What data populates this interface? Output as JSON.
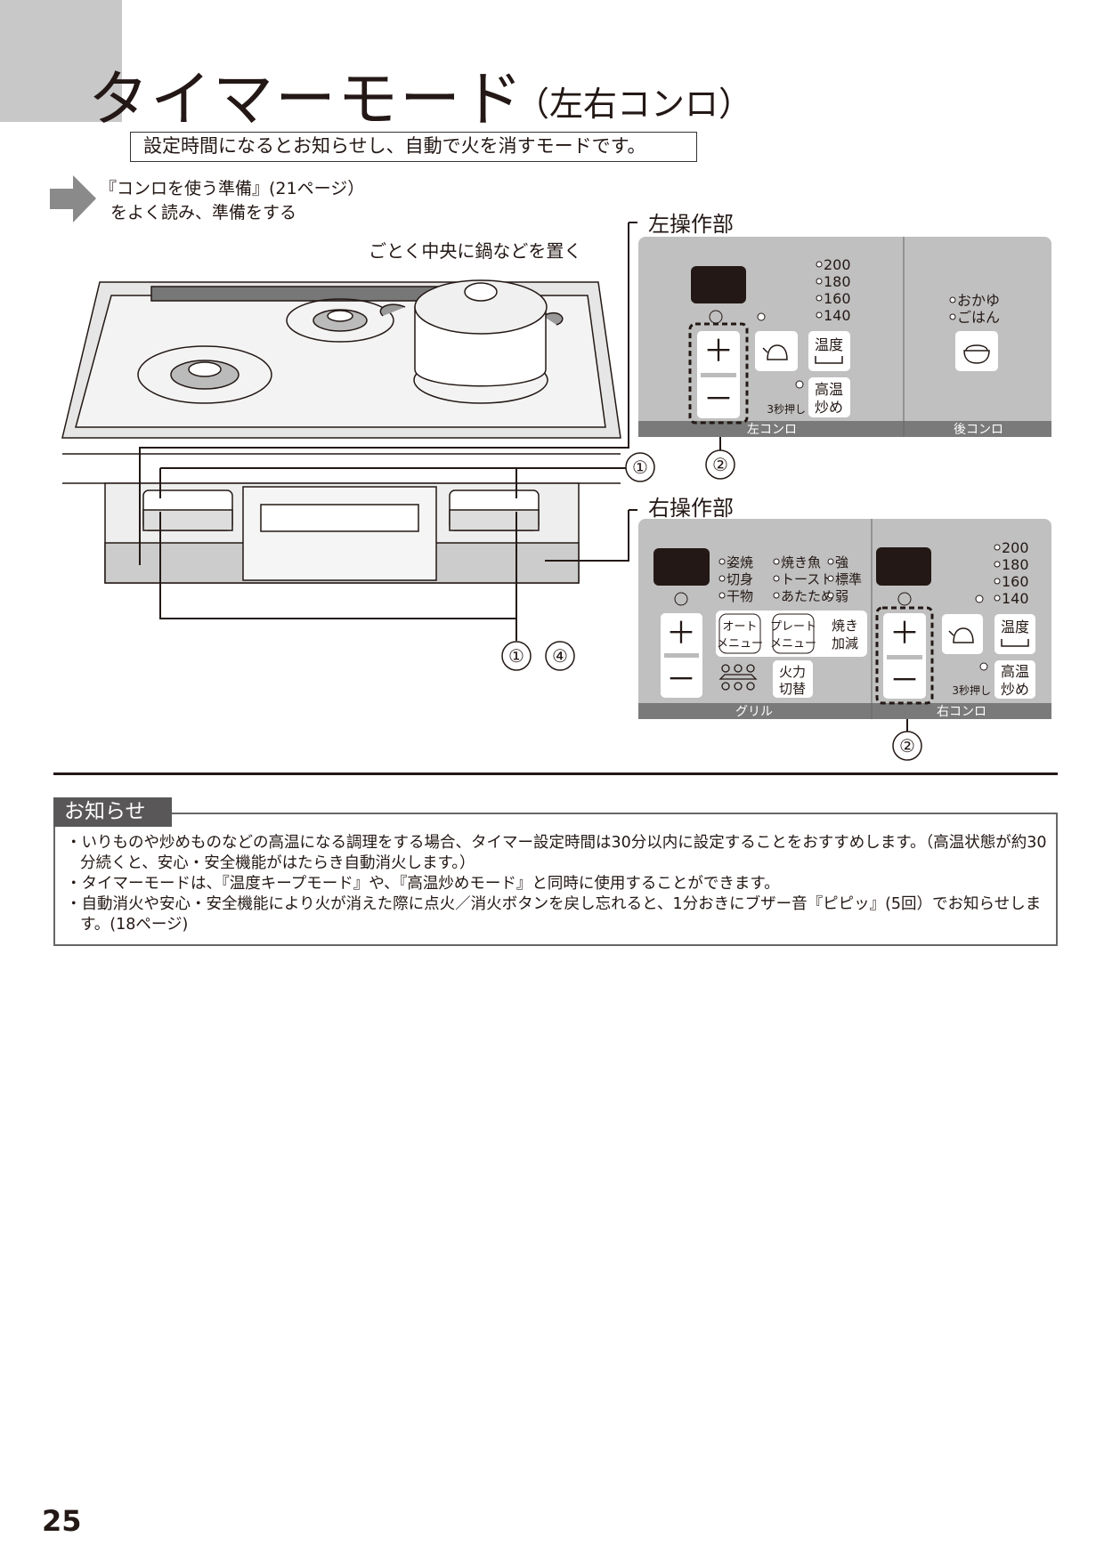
{
  "header": {
    "title": "タイマーモード",
    "title_suffix": "（左右コンロ）",
    "lead": "設定時間になるとお知らせし、自動で火を消すモードです。"
  },
  "prep": {
    "line1": "『コンロを使う準備』(21ページ）",
    "line2": "をよく読み、準備をする"
  },
  "illustration": {
    "pot_note": "ごとく中央に鍋などを置く",
    "callouts": [
      "①",
      "②",
      "①",
      "④",
      "②"
    ]
  },
  "left_panel": {
    "label": "左操作部",
    "temps": [
      "200",
      "180",
      "160",
      "140"
    ],
    "plus": "＋",
    "minus": "－",
    "ondo": [
      "温度"
    ],
    "koon": [
      "高温",
      "炒め"
    ],
    "press": "3秒押し",
    "rice_modes": [
      "おかゆ",
      "ごはん"
    ],
    "bar_left": "左コンロ",
    "bar_right": "後コンロ"
  },
  "right_panel": {
    "label": "右操作部",
    "grill_modes": [
      "姿焼",
      "切身",
      "干物"
    ],
    "grill_menus": [
      "焼き魚",
      "トースト",
      "あたため"
    ],
    "grill_levels": [
      "強",
      "標準",
      "弱"
    ],
    "auto_menu": [
      "オート",
      "メニュー"
    ],
    "plate_menu": [
      "プレート",
      "メニュー"
    ],
    "yakikagen": [
      "焼き",
      "加減"
    ],
    "karyoku": [
      "火力",
      "切替"
    ],
    "temps": [
      "200",
      "180",
      "160",
      "140"
    ],
    "plus": "＋",
    "minus": "－",
    "ondo": "温度",
    "koon": [
      "高温",
      "炒め"
    ],
    "press": "3秒押し",
    "bar_left": "グリル",
    "bar_right": "右コンロ"
  },
  "notice": {
    "title": "お知らせ",
    "items": [
      "・いりものや炒めものなどの高温になる調理をする場合、タイマー設定時間は30分以内に設定することをおすすめします。（高温状態が約30分続くと、安心・安全機能がはたらき自動消火します。）",
      "・タイマーモードは、『温度キープモード』や、『高温炒めモード』と同時に使用することができます。",
      "・自動消火や安心・安全機能により火が消えた際に点火／消火ボタンを戻し忘れると、1分おきにブザー音『ピピッ』(5回）でお知らせします。(18ページ)"
    ]
  },
  "page_number": "25"
}
